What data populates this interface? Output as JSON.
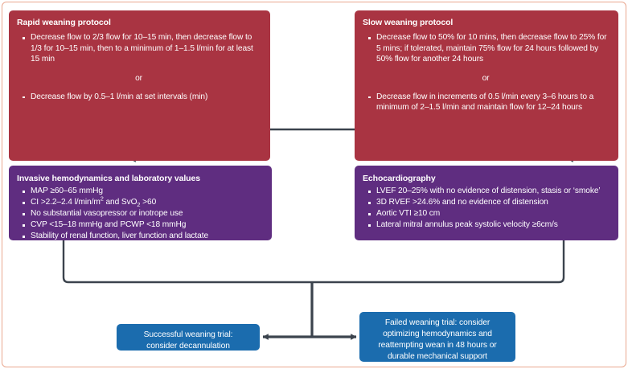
{
  "figure": {
    "border_color": "#e9a78f",
    "background": "#ffffff"
  },
  "colors": {
    "protocol_red": "#a93442",
    "criteria_purple": "#5f2d80",
    "outcome_blue": "#1b6cae",
    "connector": "#3b434d"
  },
  "protocols": [
    {
      "id": "rapid-weaning-protocol",
      "title": "Rapid weaning protocol",
      "bullets_before_or": [
        "Decrease flow to 2/3 flow for 10–15 min, then decrease flow to 1/3 for 10–15 min, then to a minimum of 1–1.5 l/min for at least 15 min"
      ],
      "or_label": "or",
      "bullets_after_or": [
        "Decrease flow by 0.5–1 l/min at set intervals (min)"
      ]
    },
    {
      "id": "slow-weaning-protocol",
      "title": "Slow weaning protocol",
      "bullets_before_or": [
        "Decrease flow to 50% for 10 mins, then decrease flow to 25% for 5 mins; if tolerated, maintain 75% flow for 24 hours followed by 50% flow for another 24 hours"
      ],
      "or_label": "or",
      "bullets_after_or": [
        "Decrease flow in increments of 0.5 l/min every 3–6 hours to a minimum of 2–1.5 l/min and maintain flow for 12–24 hours"
      ]
    }
  ],
  "criteria": {
    "hemodynamics": {
      "id": "invasive-hemodynamics-and-laboratory-values",
      "title": "Invasive hemodynamics and laboratory values",
      "bullets": [
        "MAP ≥60–65 mmHg",
        "CI >2.2–2.4 l/min/m2 and SvO2 >60",
        "No substantial vasopressor or inotrope use",
        "CVP <15–18 mmHg and PCWP <18 mmHg",
        "Stability of renal function, liver function and lactate"
      ],
      "bullet_ci_parts": {
        "prefix": "CI >2.2–2.4 l/min/m",
        "sup": "2",
        "middle": " and SvO",
        "sub": "2",
        "suffix": " >60"
      }
    },
    "echocardiography": {
      "id": "echocardiography",
      "title": "Echocardiography",
      "bullets": [
        "LVEF 20–25% with no evidence of distension, stasis or ‘smoke’",
        "3D RVEF >24.6% and no evidence of distension",
        "Aortic VTI ≥10 cm",
        "Lateral mitral annulus peak systolic velocity ≥6cm/s"
      ]
    }
  },
  "outcomes": {
    "successful": {
      "id": "successful-weaning-trial",
      "lines": [
        "Successful weaning trial:",
        "consider decannulation"
      ]
    },
    "failed": {
      "id": "failed-weaning-trial",
      "lines": [
        "Failed weaning trial: consider",
        "optimizing hemodynamics and",
        "reattempting wean in 48 hours or",
        "durable mechanical support"
      ]
    }
  }
}
